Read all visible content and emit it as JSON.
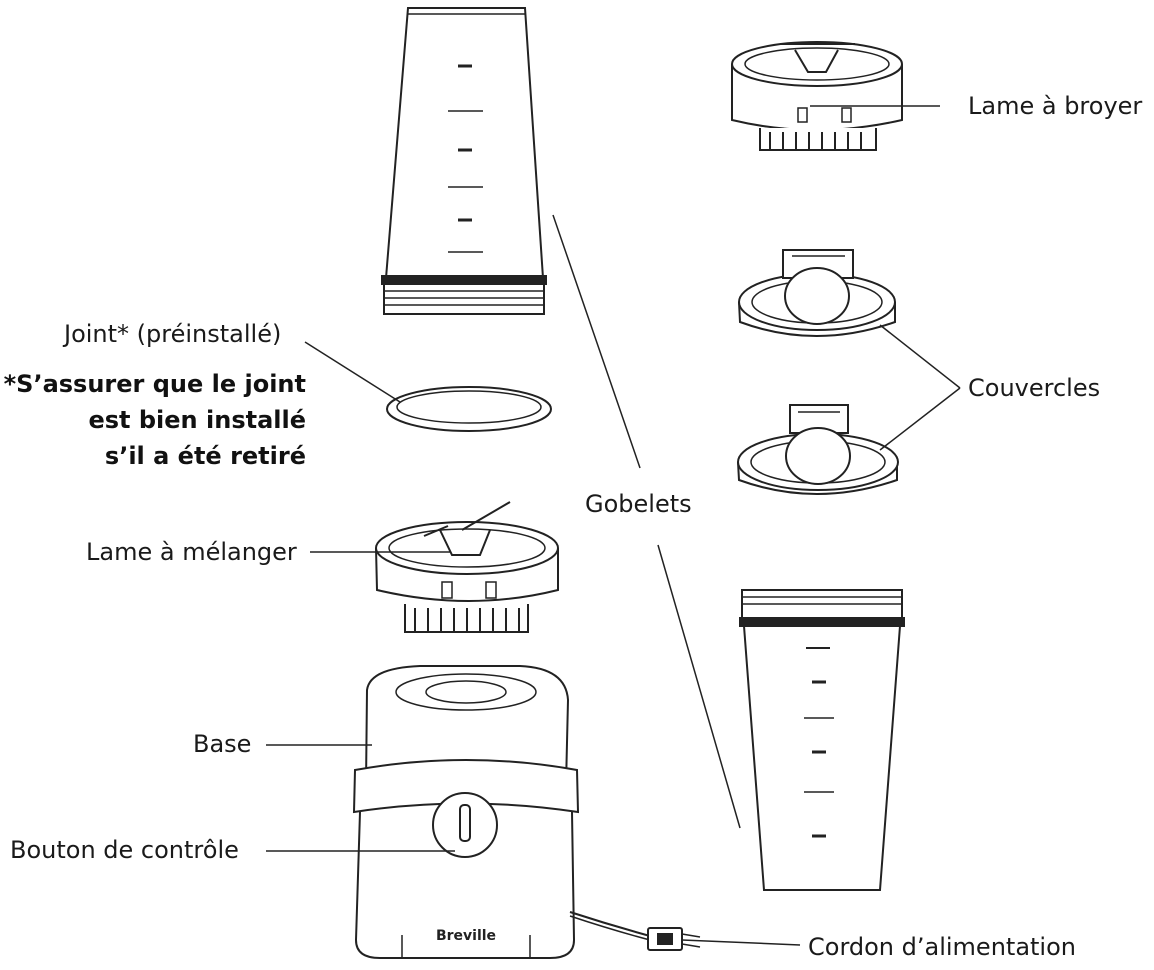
{
  "labels": {
    "lame_broyer": "Lame à broyer",
    "joint": "Joint* (préinstallé)",
    "note_line1": "*S’assurer que le joint",
    "note_line2": "est bien installé",
    "note_line3": "s’il a été retiré",
    "couvercles": "Couvercles",
    "gobelets": "Gobelets",
    "lame_melanger": "Lame à mélanger",
    "base": "Base",
    "bouton": "Bouton de contrôle",
    "cordon": "Cordon d’alimentation"
  },
  "brand_mark": "Breville"
}
